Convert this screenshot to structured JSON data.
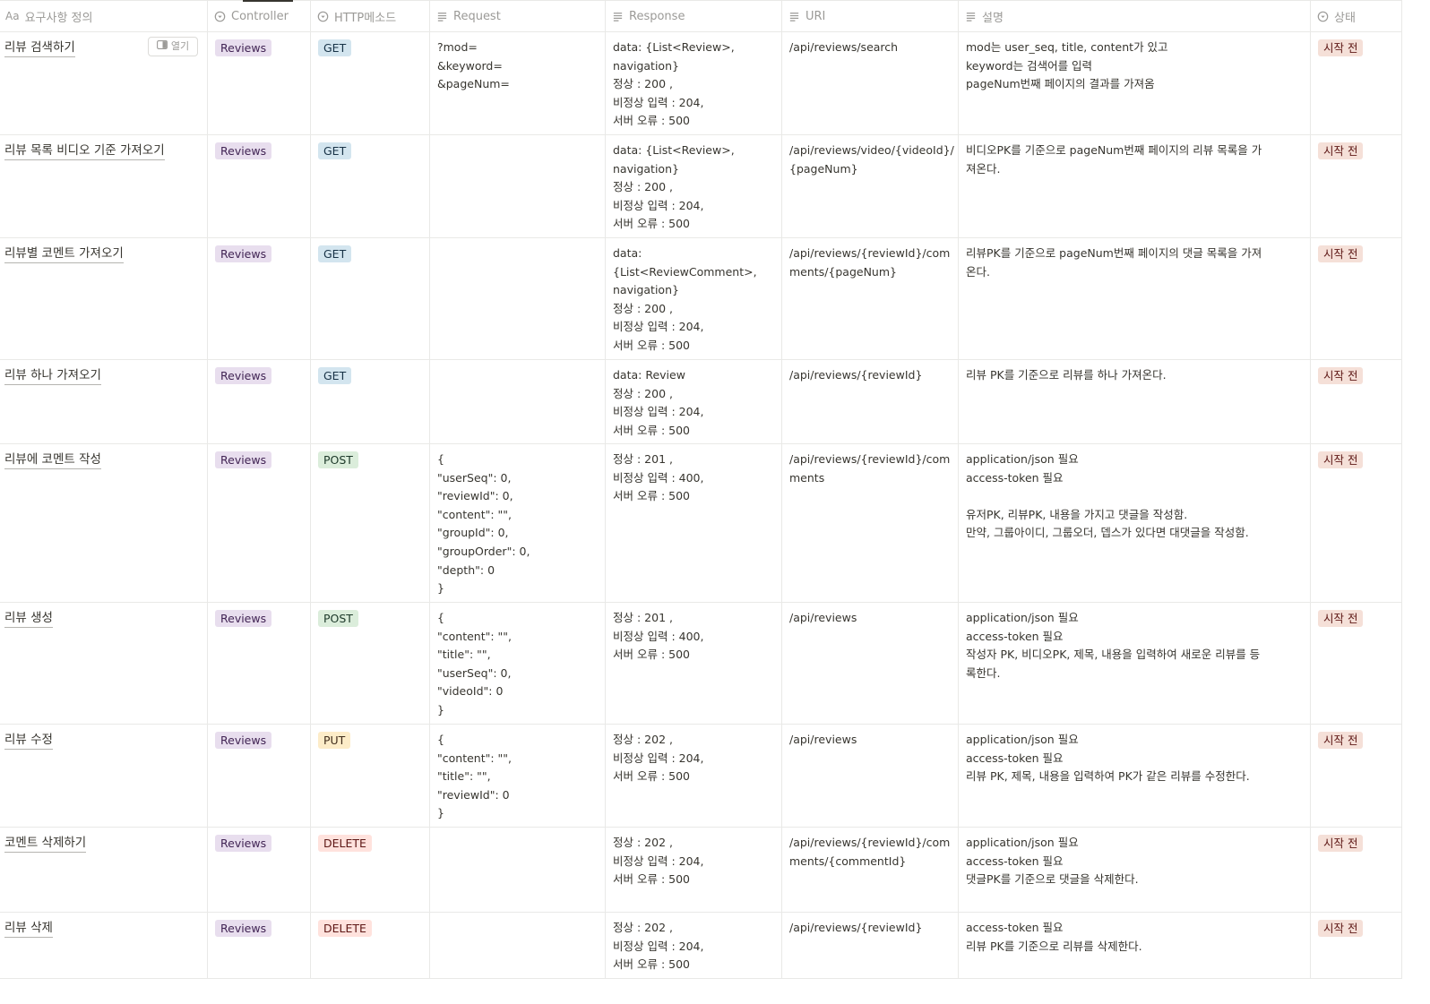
{
  "columns": [
    {
      "label": "요구사항 정의",
      "icon": "title-icon",
      "width": 232
    },
    {
      "label": "Controller",
      "icon": "select-icon",
      "width": 115
    },
    {
      "label": "HTTP메소드",
      "icon": "select-icon",
      "width": 133
    },
    {
      "label": "Request",
      "icon": "text-icon",
      "width": 196
    },
    {
      "label": "Response",
      "icon": "text-icon",
      "width": 197
    },
    {
      "label": "URI",
      "icon": "text-icon",
      "width": 197
    },
    {
      "label": "설명",
      "icon": "text-icon",
      "width": 393
    },
    {
      "label": "상태",
      "icon": "select-icon",
      "width": 101
    }
  ],
  "title_icon_text": "Aa",
  "open_button_label": "열기",
  "colors": {
    "reviews_tag": "#e8deee",
    "get_tag": "#d3e5ef",
    "post_tag": "#dbeddb",
    "put_tag": "#fdecc8",
    "delete_tag": "#ffe2dd",
    "status_tag": "#f5e0d8"
  },
  "rows": [
    {
      "name": "리뷰 검색하기",
      "controller": "Reviews",
      "method": "GET",
      "request": [
        "?mod=",
        "&keyword=",
        "&pageNum="
      ],
      "response": [
        "data: {List<Review>,",
        "navigation}",
        "정상 : 200 ,",
        "비정상 입력 : 204,",
        "서버 오류 : 500"
      ],
      "uri": [
        "/api/reviews/search"
      ],
      "desc": [
        "mod는 user_seq, title, content가 있고",
        "keyword는 검색어를 입력",
        "pageNum번째 페이지의 결과를 가져옴"
      ],
      "status": "시작 전"
    },
    {
      "name": "리뷰 목록 비디오 기준 가져오기",
      "controller": "Reviews",
      "method": "GET",
      "request": [],
      "response": [
        "data: {List<Review>,",
        "navigation}",
        "정상 : 200 ,",
        "비정상 입력 : 204,",
        "서버 오류 : 500"
      ],
      "uri": [
        "/api/reviews/video/{videoId}/",
        "{pageNum}"
      ],
      "desc": [
        "비디오PK를 기준으로 pageNum번째 페이지의 리뷰 목록을 가",
        "져온다."
      ],
      "status": "시작 전"
    },
    {
      "name": "리뷰별 코멘트 가져오기",
      "controller": "Reviews",
      "method": "GET",
      "request": [],
      "response": [
        "data:",
        "{List<ReviewComment>,",
        "navigation}",
        "정상 : 200 ,",
        "비정상 입력 : 204,",
        "서버 오류 : 500"
      ],
      "uri": [
        "/api/reviews/{reviewId}/com",
        "ments/{pageNum}"
      ],
      "desc": [
        "리뷰PK를 기준으로 pageNum번째 페이지의 댓글 목록을 가져",
        "온다."
      ],
      "status": "시작 전"
    },
    {
      "name": "리뷰 하나 가져오기",
      "controller": "Reviews",
      "method": "GET",
      "request": [],
      "response": [
        "data: Review",
        "정상 : 200 ,",
        "비정상 입력 : 204,",
        "서버 오류 : 500"
      ],
      "uri": [
        "/api/reviews/{reviewId}"
      ],
      "desc": [
        "리뷰 PK를 기준으로 리뷰를 하나 가져온다."
      ],
      "status": "시작 전"
    },
    {
      "name": "리뷰에 코멘트 작성",
      "controller": "Reviews",
      "method": "POST",
      "request": [
        "{",
        "\"userSeq\": 0,",
        "\"reviewId\": 0,",
        "\"content\": \"\",",
        "\"groupId\": 0,",
        "\"groupOrder\": 0,",
        "\"depth\": 0",
        "}"
      ],
      "response": [
        "정상 : 201 ,",
        "비정상 입력 : 400,",
        "서버 오류 : 500"
      ],
      "uri": [
        "/api/reviews/{reviewId}/com",
        "ments"
      ],
      "desc": [
        "application/json 필요",
        "access-token 필요",
        "",
        "유저PK, 리뷰PK, 내용을 가지고 댓글을 작성함.",
        "만약, 그룹아이디, 그룹오더, 뎁스가 있다면 대댓글을 작성함."
      ],
      "status": "시작 전"
    },
    {
      "name": "리뷰 생성",
      "controller": "Reviews",
      "method": "POST",
      "request": [
        "{",
        "\"content\": \"\",",
        "\"title\": \"\",",
        "\"userSeq\": 0,",
        "\"videoId\": 0",
        "}"
      ],
      "response": [
        "정상 : 201 ,",
        "비정상 입력 : 400,",
        "서버 오류 : 500"
      ],
      "uri": [
        "/api/reviews"
      ],
      "desc": [
        "application/json 필요",
        "access-token 필요",
        "작성자 PK, 비디오PK, 제목, 내용을 입력하여 새로운 리뷰를 등",
        "록한다."
      ],
      "status": "시작 전"
    },
    {
      "name": "리뷰 수정",
      "controller": "Reviews",
      "method": "PUT",
      "request": [
        "{",
        "\"content\": \"\",",
        "\"title\": \"\",",
        "\"reviewId\": 0",
        "}"
      ],
      "response": [
        "정상 : 202 ,",
        "비정상 입력 : 204,",
        "서버 오류 : 500"
      ],
      "uri": [
        "/api/reviews"
      ],
      "desc": [
        "application/json 필요",
        "access-token 필요",
        "리뷰 PK, 제목, 내용을 입력하여 PK가 같은 리뷰를 수정한다."
      ],
      "status": "시작 전"
    },
    {
      "name": "코멘트 삭제하기",
      "controller": "Reviews",
      "method": "DELETE",
      "request": [],
      "response": [
        "정상 : 202 ,",
        "비정상 입력 : 204,",
        "서버 오류 : 500"
      ],
      "uri": [
        "/api/reviews/{reviewId}/com",
        "ments/{commentId}"
      ],
      "desc": [
        "application/json 필요",
        "access-token 필요",
        "댓글PK를 기준으로 댓글을 삭제한다."
      ],
      "status": "시작 전"
    },
    {
      "name": "리뷰 삭제",
      "controller": "Reviews",
      "method": "DELETE",
      "request": [],
      "response": [
        "정상 : 202 ,",
        "비정상 입력 : 204,",
        "서버 오류 : 500"
      ],
      "uri": [
        "/api/reviews/{reviewId}"
      ],
      "desc": [
        "access-token 필요",
        "리뷰 PK를 기준으로 리뷰를 삭제한다."
      ],
      "status": "시작 전"
    }
  ]
}
